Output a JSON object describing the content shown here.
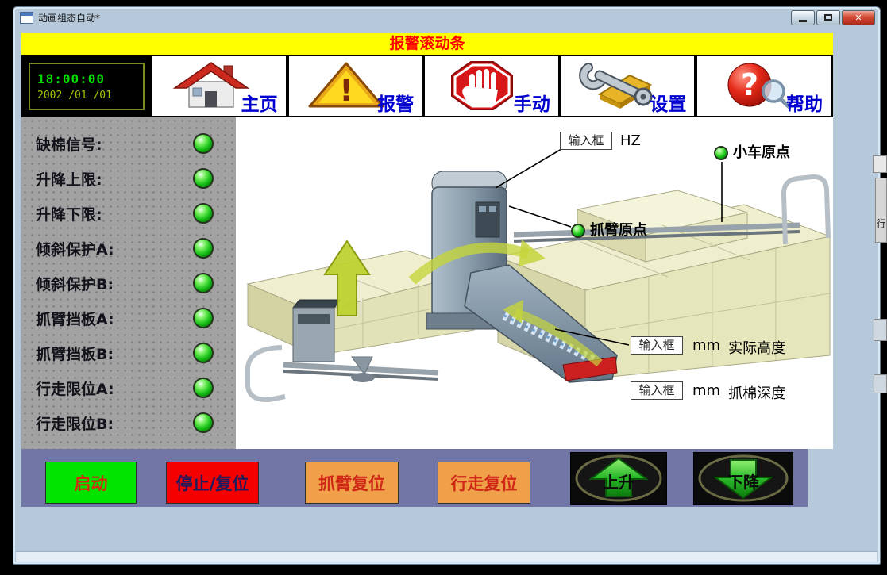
{
  "window": {
    "title": "动画组态自动*",
    "controls": {
      "minimize": "",
      "maximize": "",
      "close": "✕"
    }
  },
  "alarm_banner": {
    "text": "报警滚动条"
  },
  "toolbar": {
    "clock": {
      "time": "18:00:00",
      "date": "2002 /01 /01"
    },
    "buttons": [
      {
        "id": "home",
        "label": "主页"
      },
      {
        "id": "alarm",
        "label": "报警"
      },
      {
        "id": "manual",
        "label": "手动"
      },
      {
        "id": "settings",
        "label": "设置"
      },
      {
        "id": "help",
        "label": "帮助"
      }
    ]
  },
  "status_panel": {
    "items": [
      {
        "label": "缺棉信号:",
        "state": "on"
      },
      {
        "label": "升降上限:",
        "state": "on"
      },
      {
        "label": "升降下限:",
        "state": "on"
      },
      {
        "label": "倾斜保护A:",
        "state": "on"
      },
      {
        "label": "倾斜保护B:",
        "state": "on"
      },
      {
        "label": "抓臂挡板A:",
        "state": "on"
      },
      {
        "label": "抓臂挡板B:",
        "state": "on"
      },
      {
        "label": "行走限位A:",
        "state": "on"
      },
      {
        "label": "行走限位B:",
        "state": "on"
      }
    ]
  },
  "diagram": {
    "annotations": {
      "freq_input": {
        "value": "输入框",
        "unit": "HZ"
      },
      "cart_origin": {
        "label": "小车原点",
        "state": "on"
      },
      "arm_origin": {
        "label": "抓臂原点",
        "state": "on"
      },
      "height_input": {
        "value": "输入框",
        "unit": "mm",
        "caption": "实际高度"
      },
      "depth_input": {
        "value": "输入框",
        "unit": "mm",
        "caption": "抓棉深度"
      }
    }
  },
  "bottom_bar": {
    "buttons": [
      {
        "label": "启动"
      },
      {
        "label": "停止/复位"
      },
      {
        "label": "抓臂复位"
      },
      {
        "label": "行走复位"
      },
      {
        "label": "上升"
      },
      {
        "label": "下降"
      }
    ]
  },
  "background_fragments": {
    "text": "行"
  },
  "colors": {
    "banner_bg": "#ffff00",
    "banner_text": "#ff0000",
    "led_on": "#17c117",
    "start_bg": "#00e400",
    "stop_bg": "#f40000",
    "reset_bg": "#f0a048",
    "bar_bg": "#7276a6",
    "toolbar_label": "#0000d0",
    "clock_time": "#00dd00",
    "clock_date": "#a8c400"
  }
}
